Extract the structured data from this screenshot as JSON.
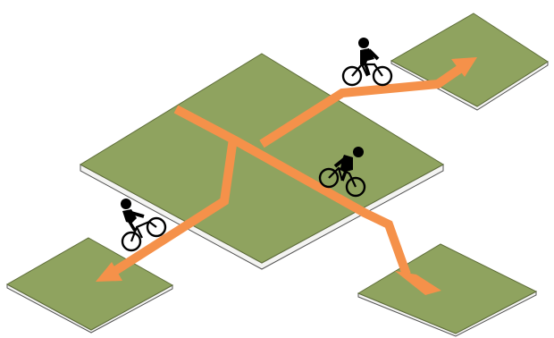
{
  "colors": {
    "background": "#ffffff",
    "plate_fill": "#8fa35f",
    "plate_edge": "#5f6e3a",
    "plate_side": "#f4f4f2",
    "plate_side_edge": "#555555",
    "route": "#f5914a",
    "rider": "#000000"
  },
  "icons": {
    "plates": [
      "center-plate",
      "top-right-plate",
      "bottom-left-plate",
      "bottom-right-plate"
    ],
    "routes": [
      "route-to-top-right",
      "route-to-bottom-left",
      "route-to-bottom-right",
      "route-left-branch"
    ],
    "riders": [
      "cyclist-icon",
      "cyclist-icon",
      "cyclist-icon"
    ]
  }
}
